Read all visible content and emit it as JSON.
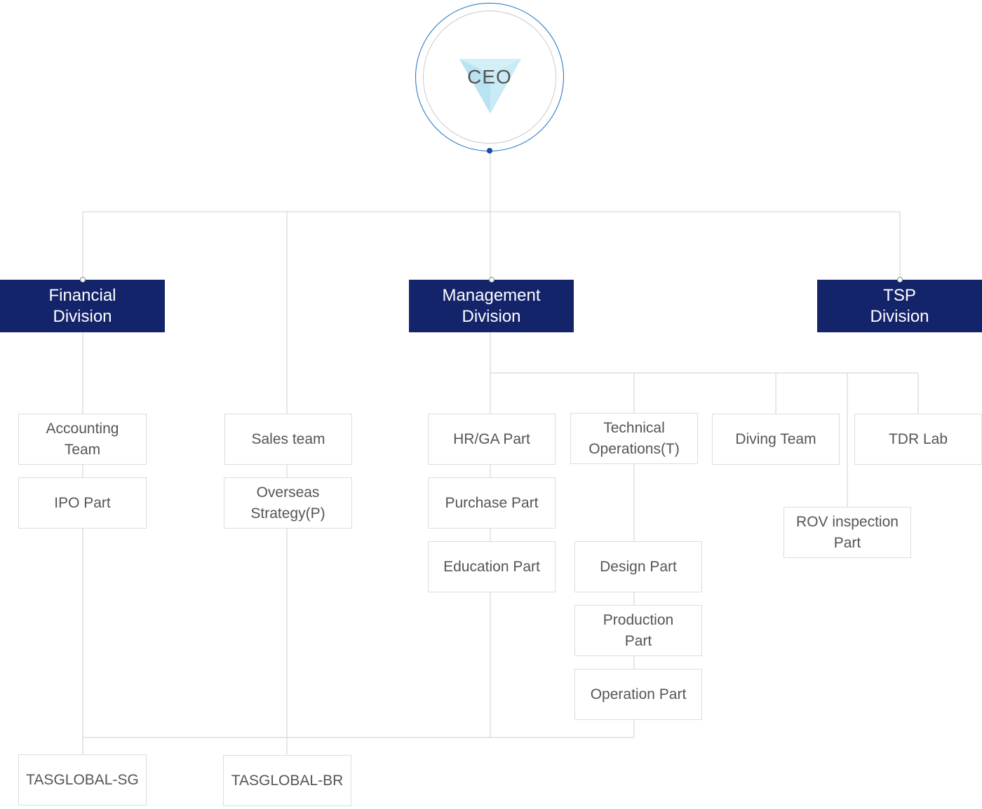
{
  "ceo": {
    "label": "CEO"
  },
  "divisions": {
    "financial": "Financial Division",
    "management": "Management Division",
    "tsp": "TSP Division"
  },
  "teams": {
    "accounting": "Accounting Team",
    "ipo": "IPO Part",
    "sales": "Sales team",
    "overseas": "Overseas Strategy(P)",
    "hrga": "HR/GA Part",
    "purchase": "Purchase Part",
    "education": "Education Part",
    "technical": "Technical Operations(T)",
    "design": "Design Part",
    "production": "Production Part",
    "operation": "Operation Part",
    "diving": "Diving Team",
    "tdr": "TDR Lab",
    "rov": "ROV inspection Part",
    "sg": "TASGLOBAL-SG",
    "br": "TASGLOBAL-BR"
  },
  "colors": {
    "division_bg": "#14246a",
    "ceo_ring": "#1f6fbf",
    "logo": "#c6e9f5",
    "line": "#cfcfcf",
    "text": "#555555"
  }
}
